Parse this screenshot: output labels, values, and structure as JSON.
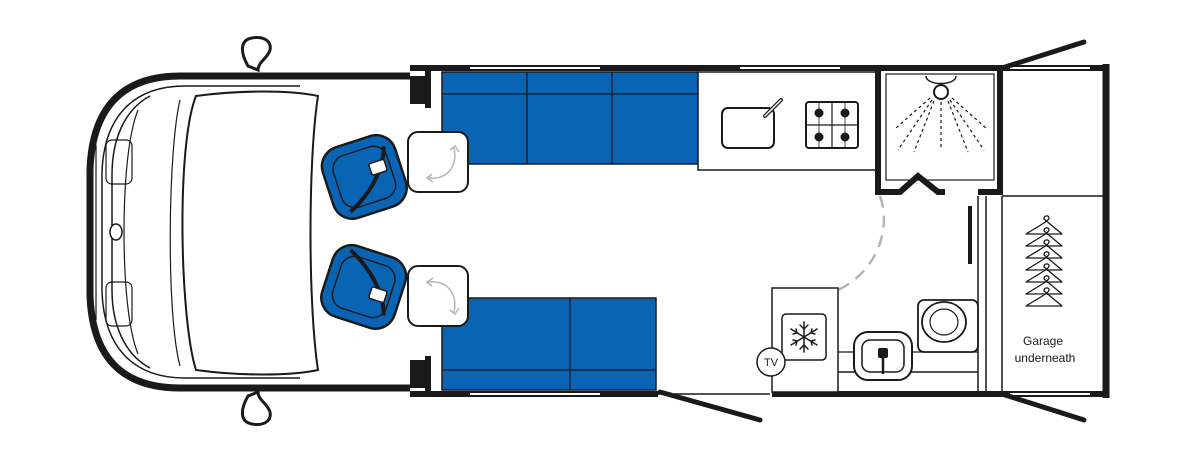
{
  "labels": {
    "tv": "TV",
    "garage_line1": "Garage",
    "garage_line2": "underneath"
  },
  "colors": {
    "upholstery": "#0a64b4",
    "outline": "#1a1a1a",
    "panel": "#ffffff",
    "door_arc": "#b5b5b5"
  },
  "icons": {
    "fridge": "snowflake-icon",
    "wardrobe": "hanger-icon",
    "shower": "shower-head-icon",
    "swivel": "rotate-arrow-icon",
    "hob": "hob-burner-icon",
    "sink": "tap-icon"
  }
}
